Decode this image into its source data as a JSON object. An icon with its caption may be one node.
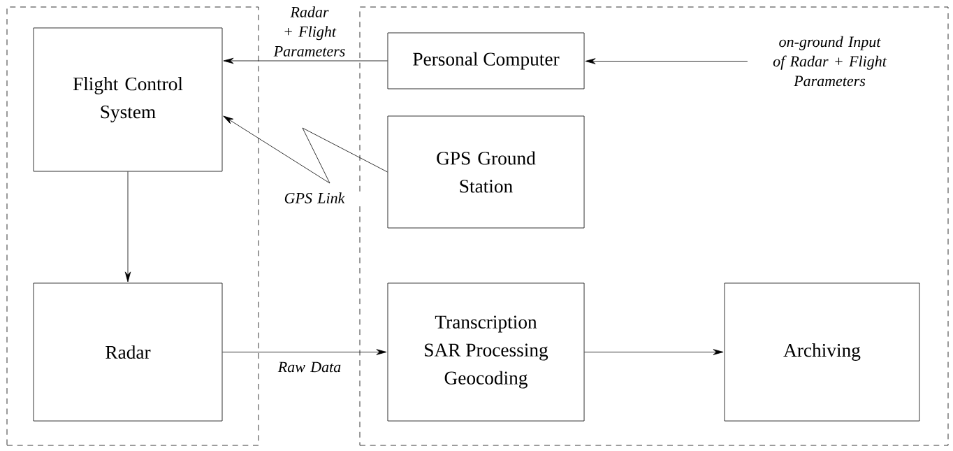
{
  "diagram": {
    "nodes": [
      {
        "text": [],
        "shape": "box"
      },
      {
        "text": [],
        "shape": "box"
      },
      {
        "text": [
          "Flight Control System"
        ],
        "in": 0
      },
      {
        "text": [
          "Personal Computer"
        ],
        "in": 1
      },
      {
        "text": [
          "GPS Ground Station"
        ],
        "in": 1
      },
      {
        "text": [
          "Radar"
        ],
        "in": 0
      },
      {
        "text": [
          "Transcription",
          "SAR Processing",
          "Geocoding"
        ],
        "in": 1
      },
      {
        "text": [
          "Archiving"
        ],
        "in": 1
      },
      {
        "text": [
          "on-ground Input of Radar + Flight Parameters"
        ],
        "in": 1
      }
    ],
    "edges": [
      {
        "from": 8,
        "to": 3,
        "arrow": "to"
      },
      {
        "from": 3,
        "to": 2,
        "arrow": "to",
        "label": "Radar + Flight Parameters"
      },
      {
        "from": 4,
        "to": 2,
        "arrow": "to",
        "label": "GPS Link"
      },
      {
        "from": 2,
        "to": 5,
        "arrow": "to"
      },
      {
        "from": 5,
        "to": 6,
        "arrow": "to",
        "label": "Raw Data"
      },
      {
        "from": 6,
        "to": 7,
        "arrow": "to"
      }
    ]
  }
}
